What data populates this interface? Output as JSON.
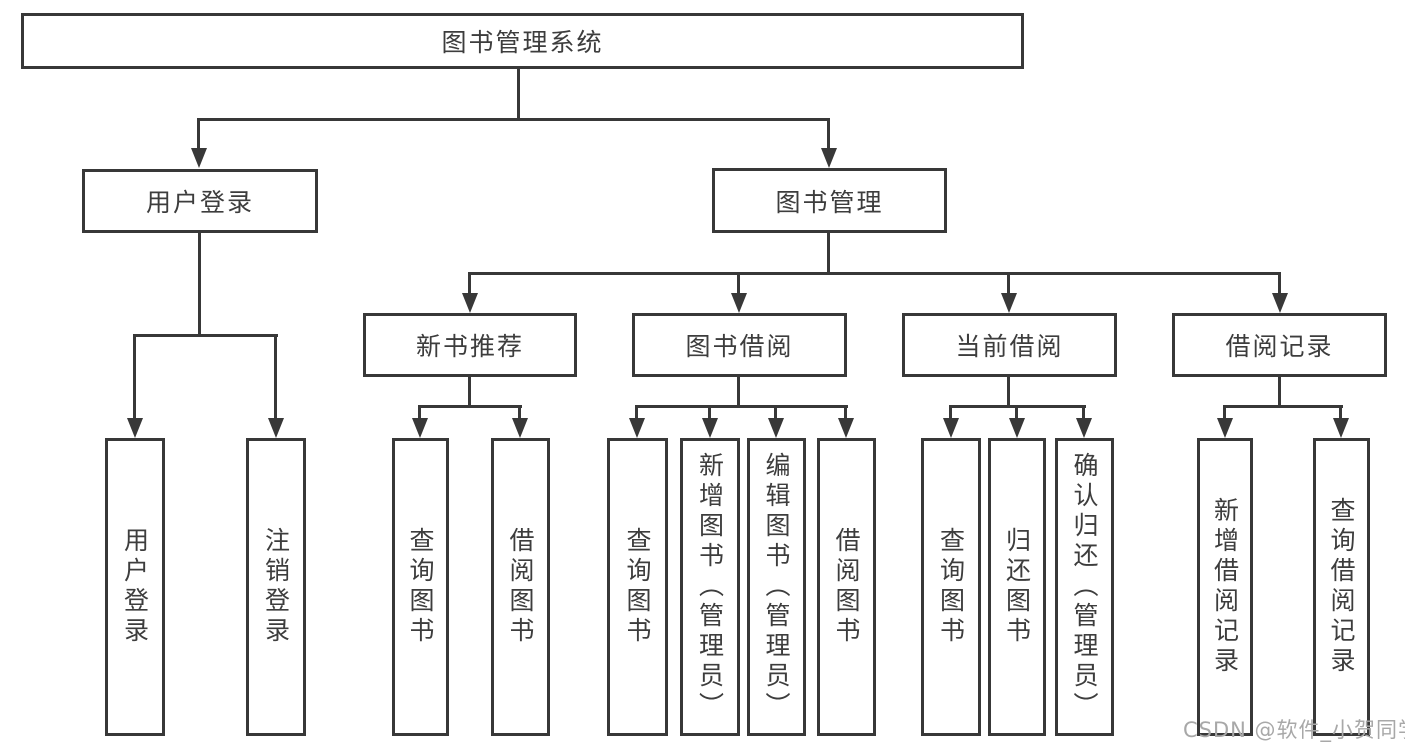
{
  "colors": {
    "line": "#383838",
    "box_border": "#383838",
    "text": "#3d3d3d",
    "watermark": "#a8a8a8",
    "background": "#ffffff"
  },
  "diagram": {
    "root": {
      "label": "图书管理系统"
    },
    "branches": {
      "user_login": {
        "label": "用户登录",
        "children": [
          {
            "label": "用户登录"
          },
          {
            "label": "注销登录"
          }
        ]
      },
      "book_mgmt": {
        "label": "图书管理",
        "sections": [
          {
            "label": "新书推荐",
            "children": [
              {
                "label": "查询图书"
              },
              {
                "label": "借阅图书"
              }
            ]
          },
          {
            "label": "图书借阅",
            "children": [
              {
                "label": "查询图书"
              },
              {
                "label": "新增图书（管理员）"
              },
              {
                "label": "编辑图书（管理员）"
              },
              {
                "label": "借阅图书"
              }
            ]
          },
          {
            "label": "当前借阅",
            "children": [
              {
                "label": "查询图书"
              },
              {
                "label": "归还图书"
              },
              {
                "label": "确认归还（管理员）"
              }
            ]
          },
          {
            "label": "借阅记录",
            "children": [
              {
                "label": "新增借阅记录"
              },
              {
                "label": "查询借阅记录"
              }
            ]
          }
        ]
      }
    }
  },
  "watermark": {
    "text": "CSDN @软件_小贺同学"
  }
}
